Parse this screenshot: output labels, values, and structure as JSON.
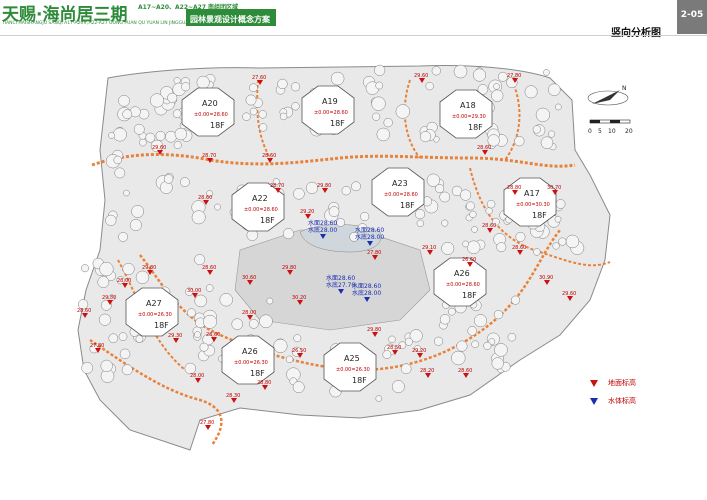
{
  "header": {
    "brand": "天赐·海尚居三期",
    "brand_sub": "TIANCI HAISHANGJU SANQI A17-A20#,A22-A27 GONG PUAN QU YUAN LIN JINGGUAN SHEJI GAINIAN FANGAN",
    "lots": "A17~A20、A22~A27",
    "plan_line1": "南组团区域",
    "plan_line2": "园林景观设计概念方案",
    "page_number": "2-05",
    "page_title": "竖向分析图"
  },
  "legend": {
    "ground": "地面标高",
    "water": "水体标高",
    "ground_color": "#cc1111",
    "water_color": "#1a2fb0"
  },
  "compass": {
    "north": "N"
  },
  "scale": {
    "ticks": [
      "0",
      "5",
      "10",
      "20"
    ]
  },
  "buildings": [
    {
      "name": "A20",
      "floors": "18F",
      "level": "±0.00=28.60"
    },
    {
      "name": "A19",
      "floors": "18F",
      "level": "±0.00=28.60"
    },
    {
      "name": "A18",
      "floors": "18F",
      "level": "±0.00=29.30"
    },
    {
      "name": "A17",
      "floors": "18F",
      "level": "±0.00=30.30"
    },
    {
      "name": "A22",
      "floors": "18F",
      "level": "±0.00=28.60"
    },
    {
      "name": "A23",
      "floors": "18F",
      "level": "±0.00=28.60"
    },
    {
      "name": "A26",
      "floors": "18F",
      "level": "±0.00=28.60"
    },
    {
      "name": "A27",
      "floors": "18F",
      "level": "±0.00=26.30"
    },
    {
      "name": "A26",
      "floors": "18F",
      "level": "±0.00=26.30"
    },
    {
      "name": "A25",
      "floors": "18F",
      "level": "±0.00=26.30"
    }
  ],
  "ground_marks": [
    "27.60",
    "29.60",
    "28.70",
    "28.60",
    "29.60",
    "27.80",
    "28.60",
    "29.80",
    "28.70",
    "28.60",
    "29.20",
    "28.80",
    "30.70",
    "28.60",
    "30.60",
    "30.20",
    "29.80",
    "30.90",
    "29.60",
    "28.60",
    "29.10",
    "28.50",
    "29.80",
    "28.00",
    "30.00",
    "28.60",
    "29.80",
    "29.30",
    "27.80",
    "28.60",
    "28.00",
    "29.80",
    "26.50",
    "29.20",
    "28.00",
    "28.20",
    "28.60",
    "28.30",
    "27.80",
    "28.80",
    "26.60",
    "28.60",
    "27.80"
  ],
  "water_marks": [
    {
      "l1": "水面28.60",
      "l2": "水底28.00"
    },
    {
      "l1": "水面28.60",
      "l2": "水底28.00"
    },
    {
      "l1": "水面28.60",
      "l2": "水底27.70"
    },
    {
      "l1": "水面28.60",
      "l2": "水底28.00"
    }
  ]
}
